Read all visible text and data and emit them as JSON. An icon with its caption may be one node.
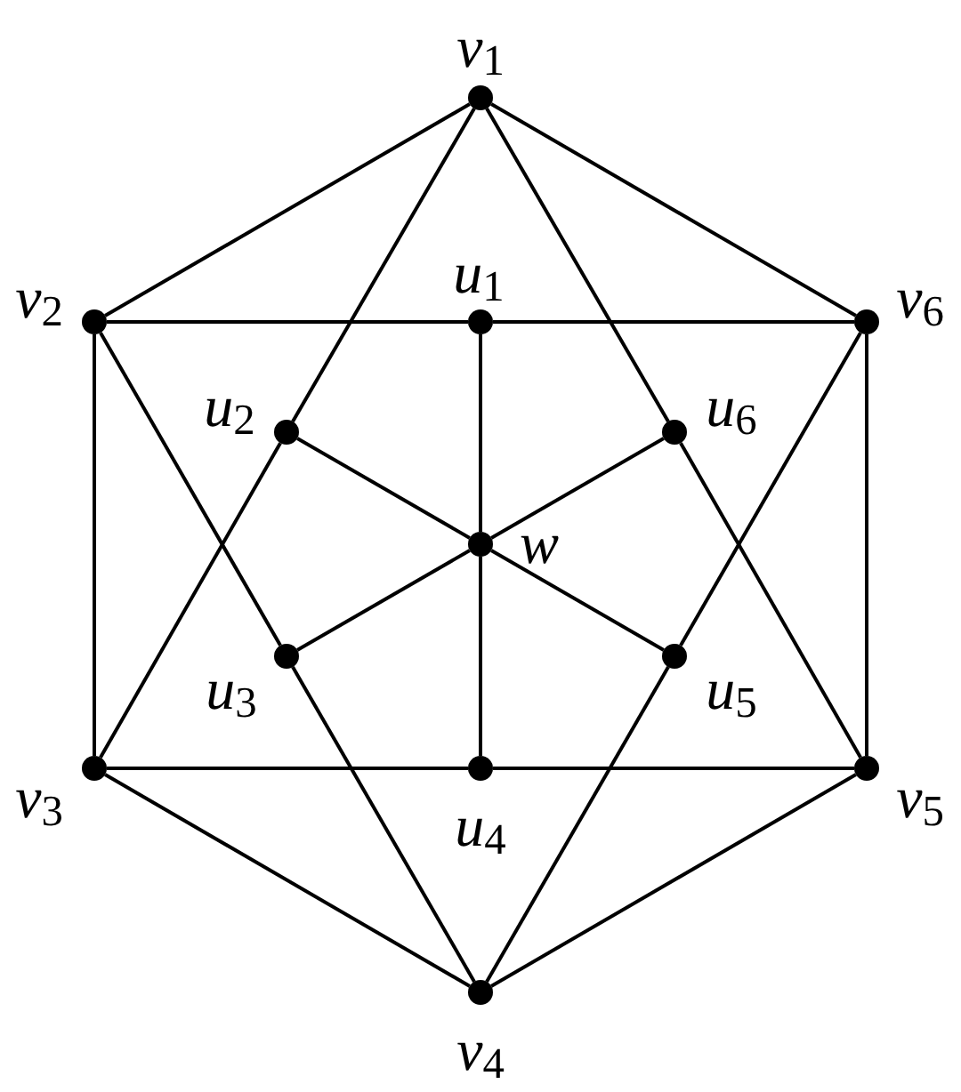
{
  "diagram": {
    "nodes": [
      {
        "text": [],
        "shape": "circle",
        "beside": [
          "v$_{1}$"
        ]
      },
      {
        "text": [],
        "shape": "circle",
        "beside": [
          "v$_{2}$"
        ]
      },
      {
        "text": [],
        "shape": "circle",
        "beside": [
          "u$_{1}$"
        ]
      },
      {
        "text": [],
        "shape": "circle",
        "beside": [
          "v$_{6}$"
        ]
      },
      {
        "text": [],
        "shape": "circle",
        "beside": [
          "u$_{2}$"
        ]
      },
      {
        "text": [],
        "shape": "circle",
        "beside": [
          "u$_{6}$"
        ]
      },
      {
        "text": [],
        "shape": "circle",
        "beside": [
          "w"
        ]
      },
      {
        "text": [],
        "shape": "circle",
        "beside": [
          "u$_{3}$"
        ]
      },
      {
        "text": [],
        "shape": "circle",
        "beside": [
          "u$_{5}$"
        ]
      },
      {
        "text": [],
        "shape": "circle",
        "beside": [
          "v$_{3}$"
        ]
      },
      {
        "text": [],
        "shape": "circle",
        "beside": [
          "u$_{4}$"
        ]
      },
      {
        "text": [],
        "shape": "circle",
        "beside": [
          "v$_{5}$"
        ]
      },
      {
        "text": [],
        "shape": "circle",
        "beside": [
          "v$_{4}$"
        ]
      }
    ],
    "edges": [
      {
        "from": 0,
        "to": 1,
        "arrow": "none"
      },
      {
        "from": 0,
        "to": 3,
        "arrow": "none"
      },
      {
        "from": 0,
        "to": 4,
        "arrow": "none"
      },
      {
        "from": 0,
        "to": 5,
        "arrow": "none"
      },
      {
        "from": 1,
        "to": 2,
        "arrow": "none"
      },
      {
        "from": 2,
        "to": 3,
        "arrow": "none"
      },
      {
        "from": 1,
        "to": 9,
        "arrow": "none"
      },
      {
        "from": 1,
        "to": 7,
        "arrow": "none"
      },
      {
        "from": 3,
        "to": 11,
        "arrow": "none"
      },
      {
        "from": 3,
        "to": 8,
        "arrow": "none"
      },
      {
        "from": 2,
        "to": 6,
        "arrow": "none"
      },
      {
        "from": 4,
        "to": 6,
        "arrow": "none"
      },
      {
        "from": 5,
        "to": 6,
        "arrow": "none"
      },
      {
        "from": 4,
        "to": 9,
        "arrow": "none"
      },
      {
        "from": 5,
        "to": 11,
        "arrow": "none"
      },
      {
        "from": 6,
        "to": 7,
        "arrow": "none"
      },
      {
        "from": 6,
        "to": 8,
        "arrow": "none"
      },
      {
        "from": 6,
        "to": 10,
        "arrow": "none"
      },
      {
        "from": 7,
        "to": 12,
        "arrow": "none"
      },
      {
        "from": 8,
        "to": 12,
        "arrow": "none"
      },
      {
        "from": 9,
        "to": 10,
        "arrow": "none"
      },
      {
        "from": 10,
        "to": 11,
        "arrow": "none"
      },
      {
        "from": 9,
        "to": 12,
        "arrow": "none"
      },
      {
        "from": 11,
        "to": 12,
        "arrow": "none"
      }
    ]
  }
}
